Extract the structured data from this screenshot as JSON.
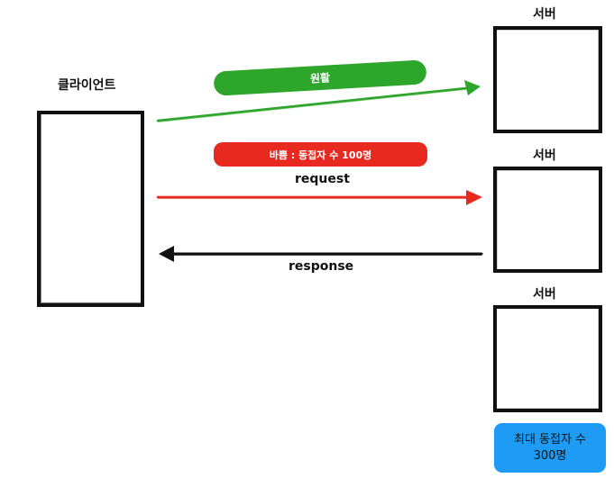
{
  "client": {
    "label": "클라이언트"
  },
  "servers": [
    {
      "label": "서버"
    },
    {
      "label": "서버"
    },
    {
      "label": "서버"
    }
  ],
  "status_smooth": {
    "text": "원활",
    "color": "#2ea52b"
  },
  "status_busy": {
    "text": "바쁨 : 동접자 수 100명",
    "color": "#e8291f"
  },
  "request": {
    "label": "request",
    "arrows": [
      {
        "color": "#2ea52b"
      },
      {
        "color": "#e8291f"
      }
    ]
  },
  "response": {
    "label": "response",
    "color": "#111111"
  },
  "capacity": {
    "line1": "최대 동접자 수",
    "line2": "300명",
    "color": "#1e9bf5"
  }
}
